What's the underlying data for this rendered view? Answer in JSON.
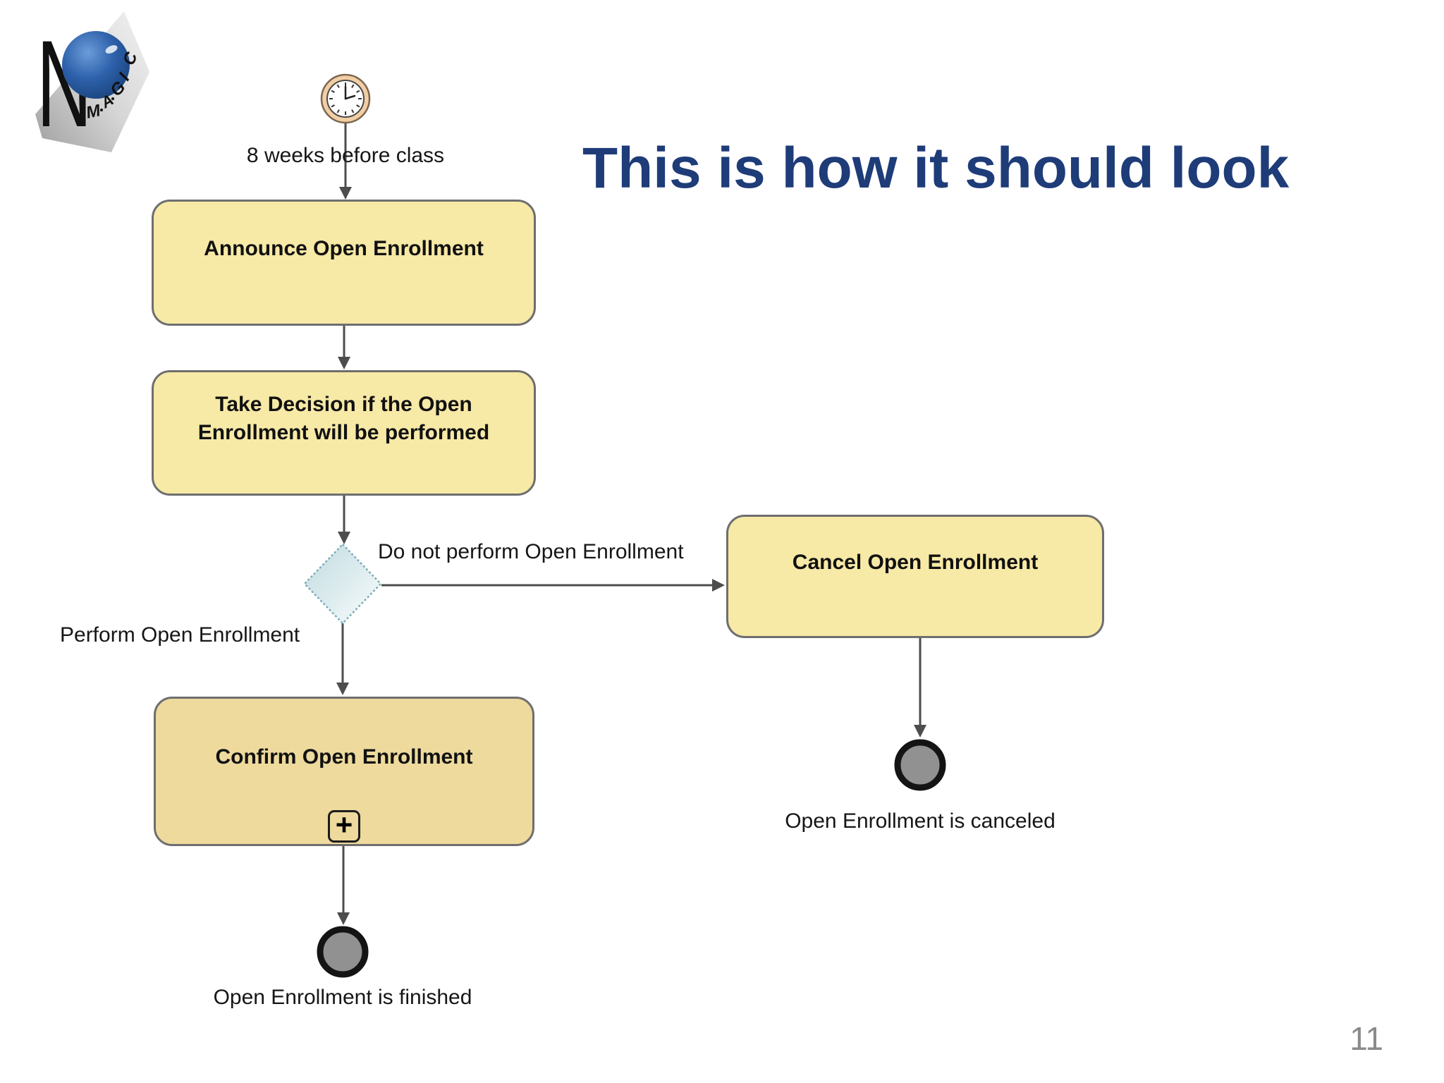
{
  "slide": {
    "title": "This is how it should look",
    "page_number": "11"
  },
  "logo": {
    "name": "No Magic logo",
    "letters": {
      "n": "N",
      "m": "M",
      "a": "A",
      "g": "G",
      "i": "I",
      "c": "C"
    }
  },
  "diagram": {
    "start_event": {
      "type": "timer-start-event",
      "label": "8 weeks before class"
    },
    "tasks": [
      {
        "label": "Announce Open Enrollment"
      },
      {
        "label": "Take Decision if the Open Enrollment will be performed"
      },
      {
        "label": "Cancel Open Enrollment"
      },
      {
        "label": "Confirm Open Enrollment",
        "subprocess_marker": "+"
      }
    ],
    "gateway": {
      "type": "exclusive-gateway"
    },
    "flow_labels": {
      "do_not_perform": "Do not perform Open Enrollment",
      "perform": "Perform Open Enrollment"
    },
    "end_events": [
      {
        "label": "Open Enrollment is canceled"
      },
      {
        "label": "Open Enrollment is finished"
      }
    ]
  },
  "colors": {
    "task_fill": "#F7E9A6",
    "confirm_task_fill": "#EEDA9D",
    "task_border": "#6E6E6E",
    "gateway_fill_top": "#C2DCE0",
    "gateway_fill_bottom": "#FDFEFE",
    "gateway_border": "#79AEB8",
    "timer_ring_fill": "#F2CEA4",
    "end_event_fill": "#919191",
    "end_event_ring": "#141414",
    "connector": "#4D4D4D",
    "title_text": "#1E3C78",
    "page_number_text": "#8A8A8A",
    "logo_sphere": "#2E62AC"
  }
}
